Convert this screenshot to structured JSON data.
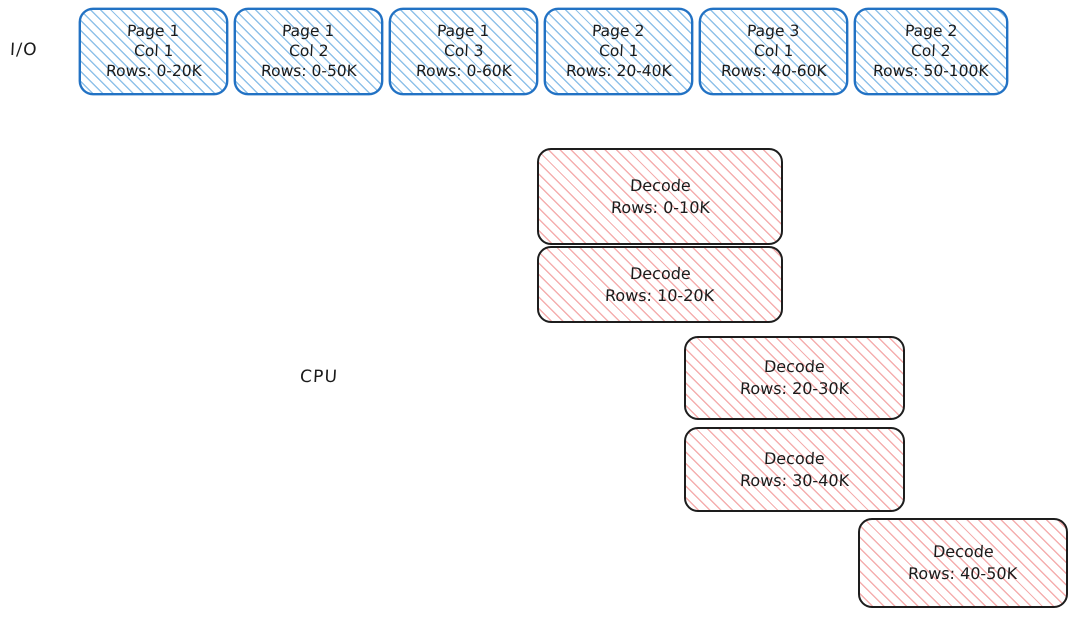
{
  "diagram": {
    "title_absent": true,
    "lanes": [
      {
        "id": "io",
        "label": "I/O"
      },
      {
        "id": "cpu",
        "label": "CPU"
      }
    ],
    "colors": {
      "io_border": "#2272c4",
      "io_hatch": "#89bee8",
      "cpu_border": "#1d1d1d",
      "cpu_hatch": "#f3a0a0",
      "text": "#1b1b1b",
      "background": "#ffffff"
    },
    "io_blocks": [
      {
        "page": "Page 1",
        "col": "Col 1",
        "rows": "Rows: 0-20K"
      },
      {
        "page": "Page 1",
        "col": "Col 2",
        "rows": "Rows: 0-50K"
      },
      {
        "page": "Page 1",
        "col": "Col 3",
        "rows": "Rows: 0-60K"
      },
      {
        "page": "Page 2",
        "col": "Col 1",
        "rows": "Rows: 20-40K"
      },
      {
        "page": "Page 3",
        "col": "Col 1",
        "rows": "Rows: 40-60K"
      },
      {
        "page": "Page 2",
        "col": "Col 2",
        "rows": "Rows: 50-100K"
      }
    ],
    "cpu_blocks": [
      {
        "op": "Decode",
        "rows": "Rows: 0-10K"
      },
      {
        "op": "Decode",
        "rows": "Rows: 10-20K"
      },
      {
        "op": "Decode",
        "rows": "Rows: 20-30K"
      },
      {
        "op": "Decode",
        "rows": "Rows: 30-40K"
      },
      {
        "op": "Decode",
        "rows": "Rows: 40-50K"
      }
    ]
  }
}
